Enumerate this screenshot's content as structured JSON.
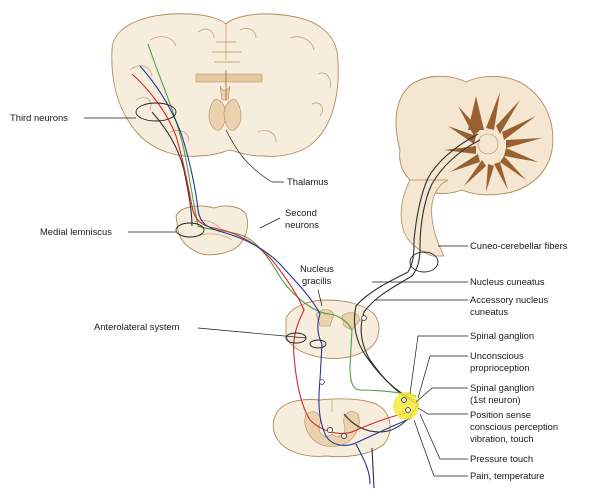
{
  "colors": {
    "red_tract": "#d8262c",
    "blue_tract": "#23369a",
    "green_tract": "#4ea241",
    "black_tract": "#303030",
    "ganglion_highlight": "#f6ea3a",
    "tissue_fill": "#f6eddc",
    "tissue_edge": "#b48a5a",
    "cerebellum_brown": "#9a6130"
  },
  "labels": {
    "third_neurons": "Third neurons",
    "thalamus": "Thalamus",
    "second_neurons_1": "Second",
    "second_neurons_2": "neurons",
    "medial_lemniscus": "Medial lemniscus",
    "cuneo_cerebellar": "Cuneo-cerebellar fibers",
    "nucleus_gracilis_1": "Nucleus",
    "nucleus_gracilis_2": "gracilis",
    "nucleus_cuneatus": "Nucleus cuneatus",
    "accessory_1": "Accessory nucleus",
    "accessory_2": "cuneatus",
    "anterolateral": "Anterolateral system",
    "spinal_ganglion": "Spinal ganglion",
    "unconscious_1": "Unconscious",
    "unconscious_2": "proprioception",
    "spinal_ganglion_first_1": "Spinal ganglion",
    "spinal_ganglion_first_2": "(1st neuron)",
    "position_sense_1": "Position sense",
    "position_sense_2": "conscious perception",
    "position_sense_3": "vibration, touch",
    "pressure_touch": "Pressure touch",
    "pain_temperature": "Pain, temperature"
  }
}
